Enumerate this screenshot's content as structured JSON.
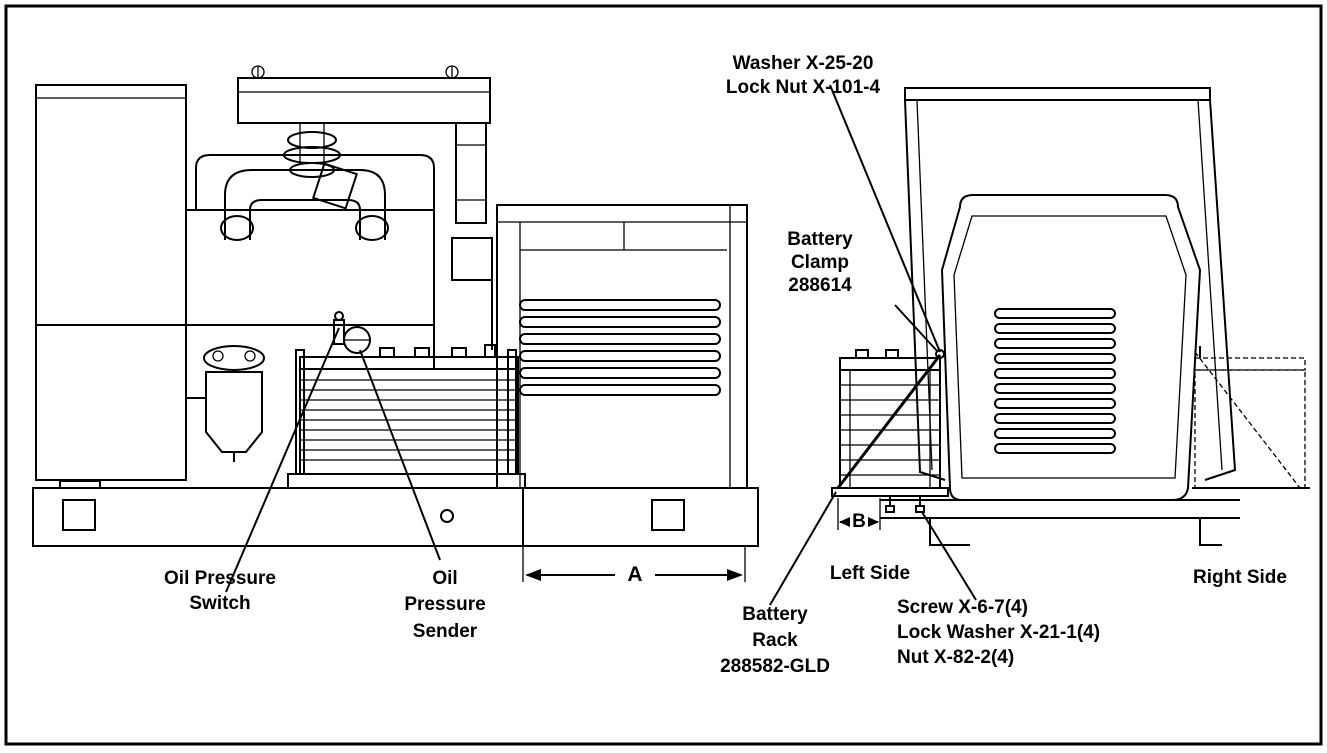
{
  "labels": {
    "washer": "Washer X-25-20",
    "lock_nut": "Lock Nut X-101-4",
    "battery_clamp": [
      "Battery",
      "Clamp",
      "288614"
    ],
    "oil_pressure_switch": [
      "Oil Pressure",
      "Switch"
    ],
    "oil_pressure_sender": [
      "Oil",
      "Pressure",
      "Sender"
    ],
    "dimension_a": "A",
    "dimension_b": "B",
    "left_side": "Left Side",
    "right_side": "Right Side",
    "battery_rack": [
      "Battery",
      "Rack",
      "288582-GLD"
    ],
    "hardware": [
      "Screw X-6-7(4)",
      "Lock Washer X-21-1(4)",
      "Nut X-82-2(4)"
    ]
  },
  "colors": {
    "line": "#000000",
    "background": "#ffffff"
  }
}
